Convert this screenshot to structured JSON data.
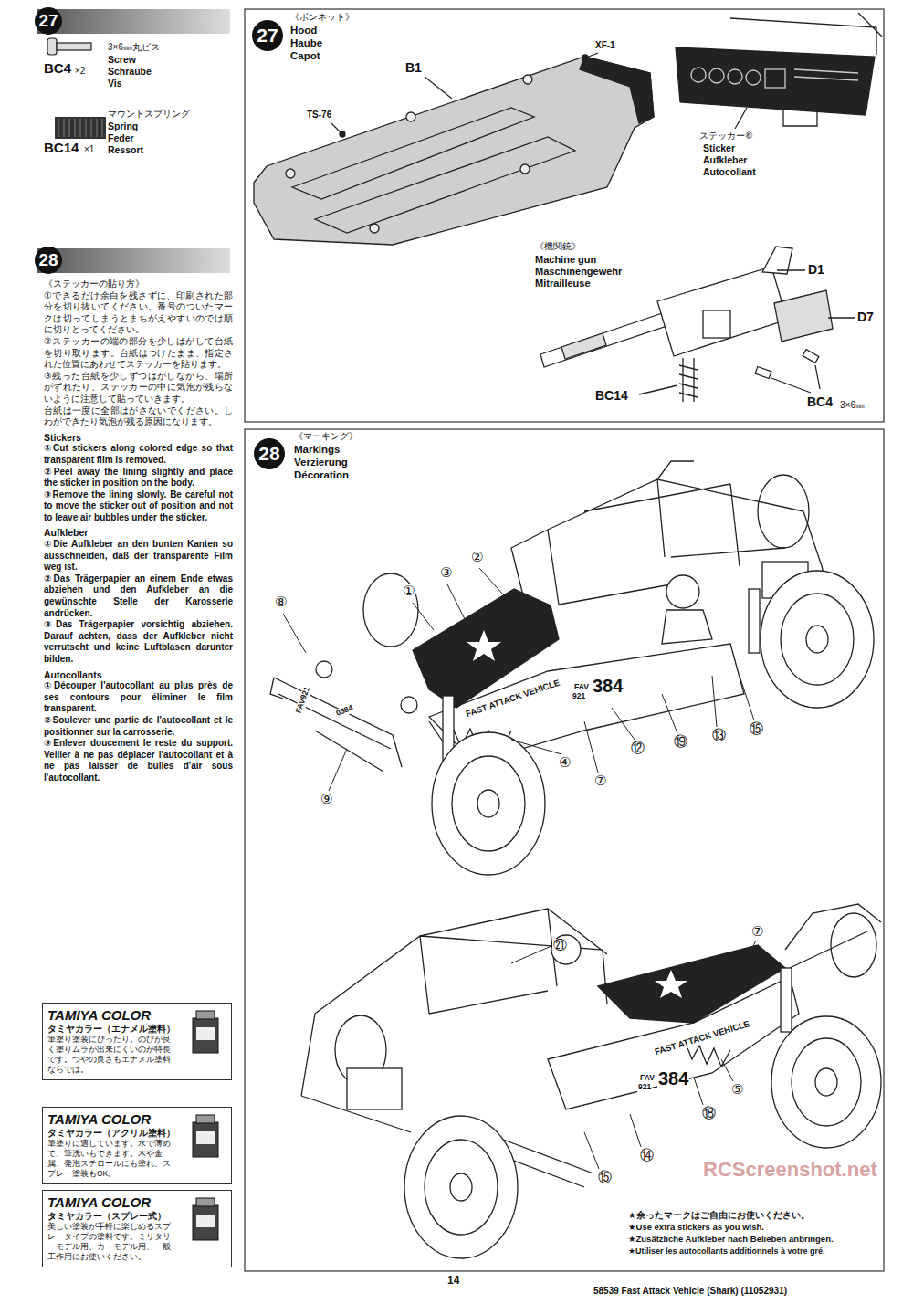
{
  "diagram": {
    "nodes": [
      {
        "text": [
          "27"
        ]
      },
      {
        "text": [
          "27"
        ]
      },
      {
        "text": [
          "28"
        ]
      },
      {
        "text": [
          "28"
        ]
      },
      {
        "text": [
          "TAMIYA COLOR",
          "タミヤカラー（エナメル塗料）",
          "筆塗り塗装にぴったり。のびが良く塗りムラが出来にくいのが特長です。つやの良さもエナメル塗料ならでは。"
        ]
      },
      {
        "text": [
          "TAMIYA COLOR",
          "タミヤカラー（アクリル塗料）",
          "筆塗りに適しています。水で薄めて、筆洗いもできます。木や金属、発泡スチロールにも塗れ、スプレー塗装もOK。"
        ]
      },
      {
        "text": [
          "TAMIYA COLOR",
          "タミヤカラー（スプレー式）",
          "美しい塗装が手軽に楽しめるスプレータイプの塗料です。ミリタリーモデル用、カーモデル用、一般工作用にお使いください。"
        ]
      }
    ],
    "labels": [
      "3×6㎜丸ビス",
      "Screw",
      "Schraube",
      "Vis",
      "BC4",
      "×2",
      "マウントスプリング",
      "Spring",
      "Feder",
      "Ressort",
      "BC14",
      "×1",
      "《ステッカーの貼り方》",
      "①できるだけ余白を残さずに、印刷された部分を切り抜いてください。番号のついたマークは切ってしまうとまちがえやすいのでは順に切りとってください。",
      "②ステッカーの端の部分を少しはがして台紙を切り取ります。台紙はつけたまま、指定された位置にあわせてステッカーを貼ります。",
      "③残った台紙を少しずつはがしながら、場所がずれたり、ステッカーの中に気泡が残らないように注意して貼っていきます。",
      "台紙は一度に全部はがさないでください。しわができたり気泡が残る原因になります。",
      "Stickers",
      "①Cut stickers along colored edge so that transparent film is removed.",
      "②Peel away the lining slightly and place the sticker in position on the body.",
      "③Remove the lining slowly. Be careful not to move the sticker out of position and not to leave air bubbles under the sticker.",
      "Aufkleber",
      "①Die Aufkleber an den bunten Kanten so ausschneiden, daß der transparente Film weg ist.",
      "②Das Trägerpapier an einem Ende etwas abziehen und den Aufkleber an die gewünschte Stelle der Karosserie andrücken.",
      "③Das Trägerpapier vorsichtig abziehen. Darauf achten, dass der Aufkleber nicht verrutscht und keine Luftblasen darunter bilden.",
      "Autocollants",
      "①Découper l'autocollant au plus près de ses contours pour éliminer le film transparent.",
      "②Soulever une partie de l'autocollant et le positionner sur la carrosserie.",
      "③Enlever doucement le reste du support. Veiller à ne pas déplacer l'autocollant et à ne pas laisser de bulles d'air sous l'autocollant.",
      "《ボンネット》",
      "Hood",
      "Haube",
      "Capot",
      "B1",
      "XF-1",
      "TS-76",
      "ステッカー⑥",
      "Sticker",
      "Aufkleber",
      "Autocollant",
      "《機関銃》",
      "Machine gun",
      "Maschinengewehr",
      "Mitrailleuse",
      "D1",
      "D7",
      "BC14",
      "BC4",
      "3×6㎜",
      "《マーキング》",
      "Markings",
      "Verzierung",
      "Décoration",
      "⑧",
      "①",
      "③",
      "②",
      "⑨",
      "④",
      "⑦",
      "⑫",
      "⑲",
      "⑬",
      "⑮",
      "FAST ATTACK VEHICLE",
      "FAV",
      "921",
      "384",
      "FAV921",
      "0384",
      "㉑",
      "⑦",
      "⑤",
      "⑱",
      "⑭",
      "⑮",
      "FAST ATTACK VEHICLE",
      "FAV",
      "921",
      "384",
      "★余ったマークはご自由にお使いください。",
      "★Use extra stickers as you wish.",
      "★Zusätzliche Aufkleber nach Belieben anbringen.",
      "★Utiliser les autocollants additionnels à votre gré.",
      "14",
      "58539 Fast Attack Vehicle (Shark) (11052931)",
      "RCScreenshot.net"
    ]
  }
}
